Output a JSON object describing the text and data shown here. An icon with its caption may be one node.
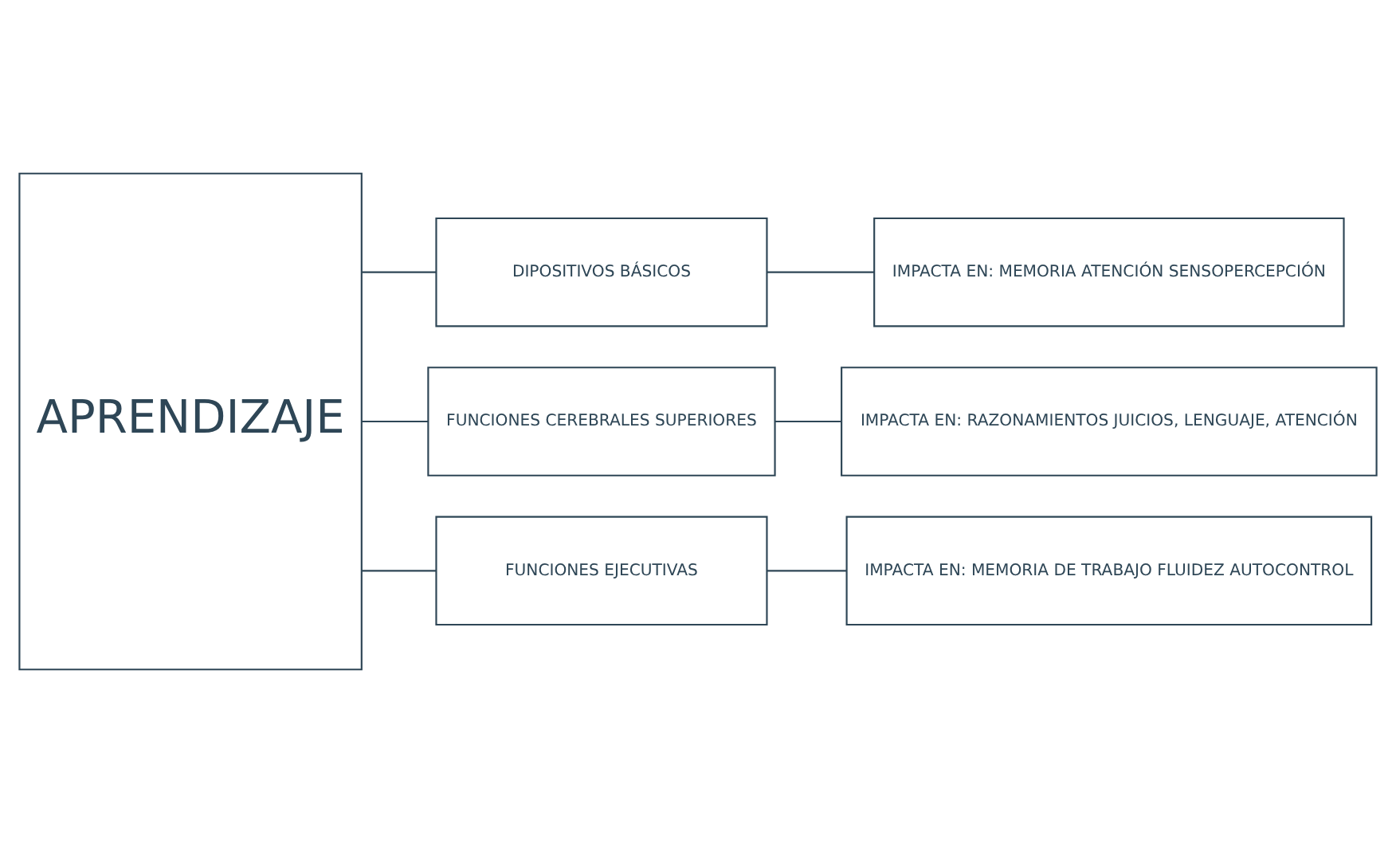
{
  "diagram": {
    "nodes": [
      {
        "text": [
          "APRENDIZAJE"
        ]
      },
      {
        "text": [
          "DIPOSITIVOS BÁSICOS"
        ]
      },
      {
        "text": [
          "IMPACTA EN: MEMORIA ATENCIÓN SENSOPERCEPCIÓN"
        ]
      },
      {
        "text": [
          "FUNCIONES CEREBRALES SUPERIORES"
        ]
      },
      {
        "text": [
          "IMPACTA EN: RAZONAMIENTOS JUICIOS, LENGUAJE, ATENCIÓN"
        ]
      },
      {
        "text": [
          "FUNCIONES EJECUTIVAS"
        ]
      },
      {
        "text": [
          "IMPACTA EN: MEMORIA DE TRABAJO FLUIDEZ AUTOCONTROL"
        ]
      }
    ],
    "edges": [
      {
        "from": 0,
        "to": 1,
        "arrow": "none"
      },
      {
        "from": 0,
        "to": 3,
        "arrow": "none"
      },
      {
        "from": 0,
        "to": 5,
        "arrow": "none"
      },
      {
        "from": 1,
        "to": 2,
        "arrow": "none"
      },
      {
        "from": 3,
        "to": 4,
        "arrow": "none"
      },
      {
        "from": 5,
        "to": 6,
        "arrow": "none"
      }
    ]
  }
}
